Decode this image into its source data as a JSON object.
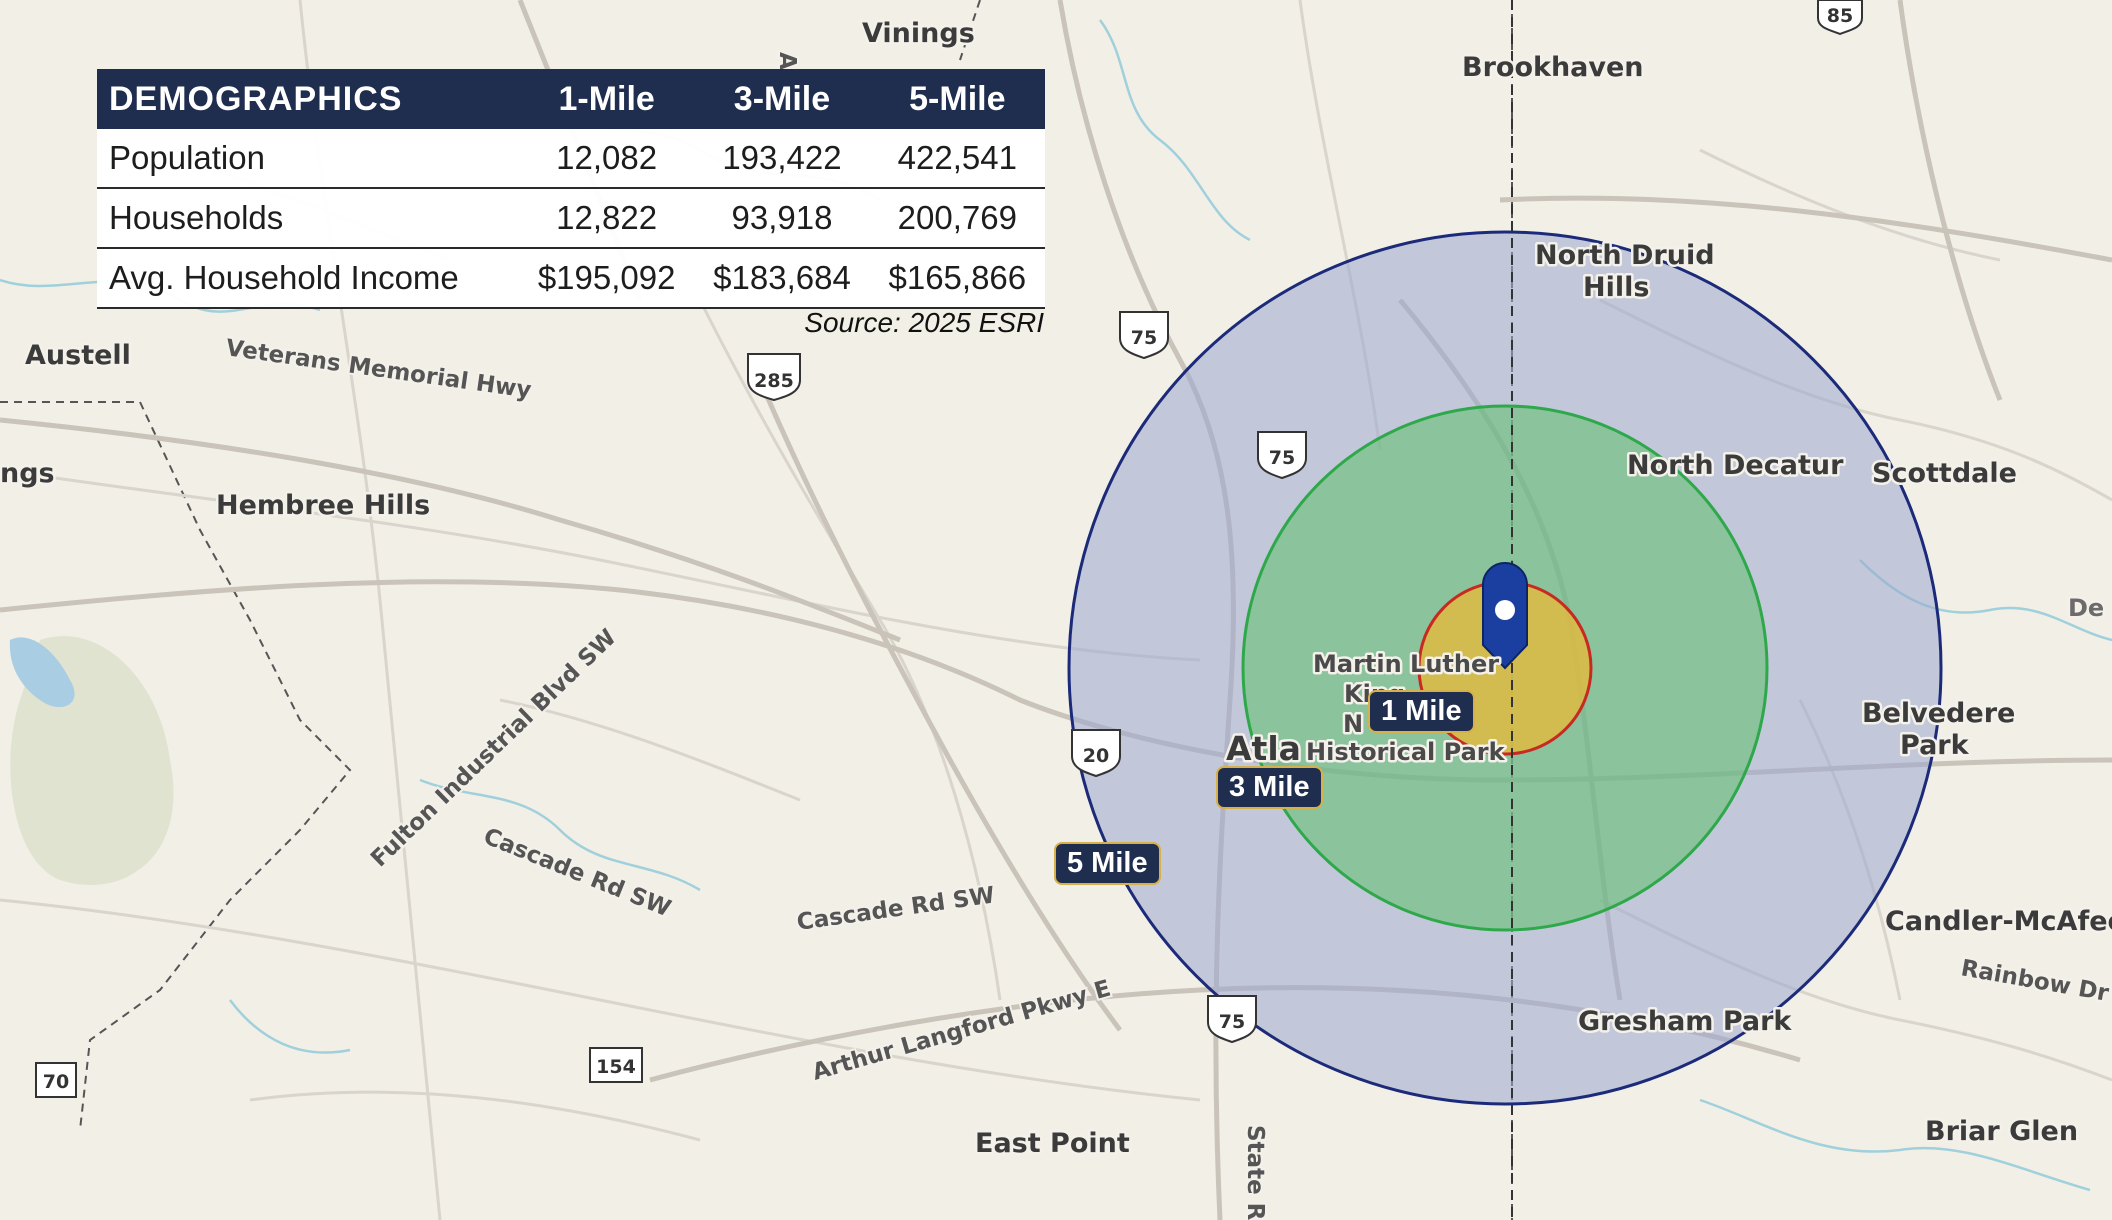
{
  "table": {
    "headers": [
      "DEMOGRAPHICS",
      "1-Mile",
      "3-Mile",
      "5-Mile"
    ],
    "rows": [
      [
        "Population",
        "12,082",
        "193,422",
        "422,541"
      ],
      [
        "Households",
        "12,822",
        "93,918",
        "200,769"
      ],
      [
        "Avg. Household Income",
        "$195,092",
        "$183,684",
        "$165,866"
      ]
    ],
    "source": "Source: 2025 ESRI"
  },
  "rings": {
    "one_mile": "1 Mile",
    "three_mile": "3 Mile",
    "five_mile": "5 Mile"
  },
  "places": {
    "vinings": "Vinings",
    "brookhaven": "Brookhaven",
    "north_druid_hills_1": "North Druid",
    "north_druid_hills_2": "Hills",
    "austell": "Austell",
    "ngs": "ngs",
    "hembree_hills": "Hembree Hills",
    "north_decatur": "North Decatur",
    "scottdale": "Scottdale",
    "de": "De",
    "mlk_1": "Martin Luther",
    "mlk_2": "King",
    "mlk_3": "N",
    "mlk_4": "Historical Park",
    "atlanta": "Atla",
    "belvedere_1": "Belvedere",
    "belvedere_2": "Park",
    "candler": "Candler-McAfee",
    "gresham_park": "Gresham Park",
    "east_point": "East Point",
    "briar_glen": "Briar Glen"
  },
  "roads": {
    "veterans": "Veterans Memorial Hwy",
    "fulton": "Fulton Industrial Blvd SW",
    "cascade_1": "Cascade Rd SW",
    "cascade_2": "Cascade Rd SW",
    "arthur": "Arthur Langford Pkwy E",
    "rainbow": "Rainbow Dr",
    "state": "State R",
    "a": "A"
  },
  "shields": {
    "i85": "85",
    "i75_a": "75",
    "i75_b": "75",
    "i75_c": "75",
    "i285": "285",
    "i20": "20",
    "r154": "154",
    "r70": "70"
  },
  "colors": {
    "ring_5_fill": "#9aa8cf",
    "ring_5_stroke": "#1c2a7a",
    "ring_3_fill": "#5cc06a",
    "ring_3_stroke": "#2ea84a",
    "ring_1_fill": "#e7b83a",
    "ring_1_stroke": "#c82a22",
    "pin": "#1a3fa0",
    "label_bg": "#1f2d4e",
    "table_header": "#1f2d4e"
  }
}
